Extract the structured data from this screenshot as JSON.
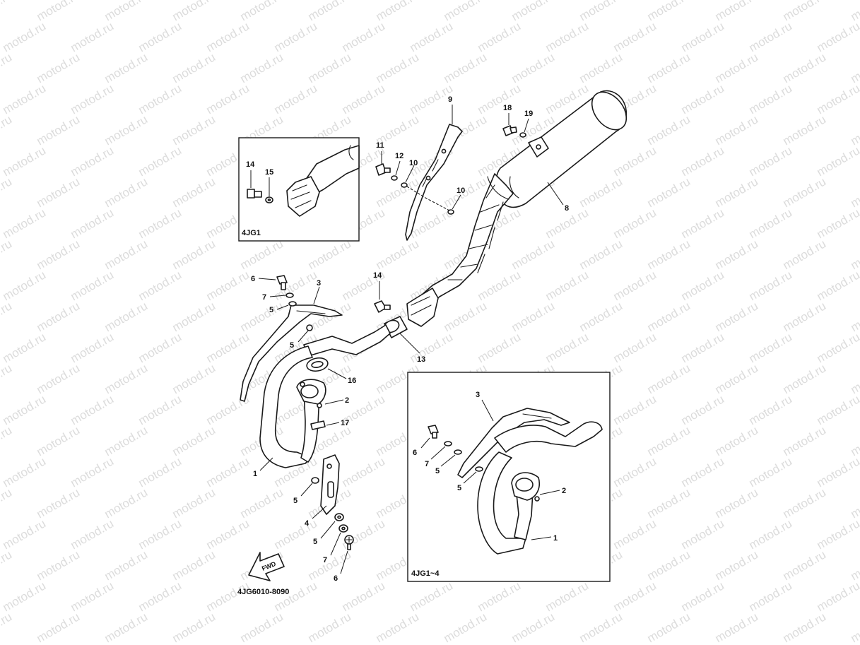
{
  "watermark_text": "motod.ru",
  "diagram_code": "4JG6010-8090",
  "fwd_label": "FWD",
  "insets": {
    "top": {
      "caption": "4JG1",
      "labels": [
        "14",
        "15"
      ]
    },
    "bottom": {
      "caption": "4JG1~4",
      "labels": [
        "3",
        "6",
        "7",
        "5",
        "5",
        "2",
        "1"
      ]
    }
  },
  "main_labels": [
    "9",
    "18",
    "19",
    "11",
    "12",
    "10",
    "10",
    "8",
    "14",
    "6",
    "7",
    "3",
    "5",
    "5",
    "13",
    "16",
    "2",
    "17",
    "1",
    "5",
    "4",
    "5",
    "7",
    "6"
  ]
}
